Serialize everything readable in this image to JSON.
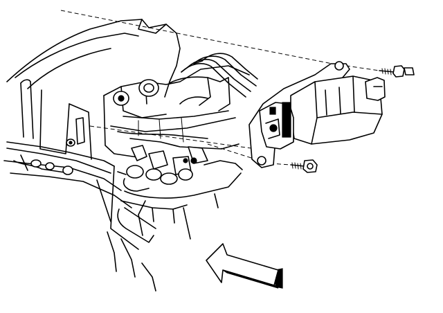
{
  "figure": {
    "background": "#ffffff",
    "line_color": "#000000",
    "parts": [
      "engine-intake-assembly",
      "ignition-coil-module",
      "upper-mounting-bolt",
      "lower-mounting-bolt",
      "direction-arrow"
    ]
  }
}
